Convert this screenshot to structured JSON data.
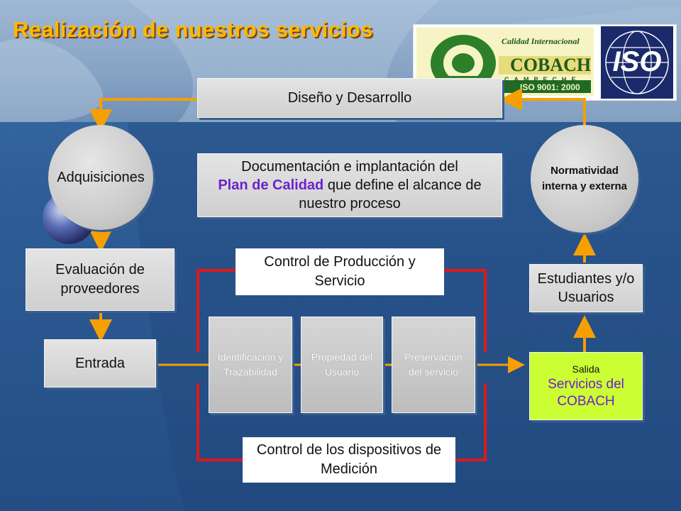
{
  "title": "Realización de nuestros servicios",
  "logo": {
    "line1": "Calidad Internacional",
    "line2": "COBACH",
    "line3": "CAMPECHE",
    "line4": "ISO 9001: 2000",
    "iso_text": "ISO"
  },
  "nodes": {
    "diseno": "Diseño y Desarrollo",
    "adquisiciones": "Adquisiciones",
    "documentacion": {
      "pre": "Documentación e implantación del",
      "highlight": "Plan de Calidad",
      "post": "que define el alcance de nuestro proceso"
    },
    "normatividad": "Normatividad interna y externa",
    "evaluacion": "Evaluación de proveedores",
    "control_produccion": "Control de Producción y Servicio",
    "estudiantes": "Estudiantes y/o Usuarios",
    "entrada": "Entrada",
    "identificacion": "Identificación y Trazabilidad",
    "propiedad": "Propiedad del Usuario",
    "preservacion": "Preservación del servicio",
    "salida_label": "Salida",
    "salida_value": "Servicios del COBACH",
    "control_dispositivos": "Control de los dispositivos de Medición"
  },
  "colors": {
    "title": "#ffb800",
    "arrow": "#f5a000",
    "red_loop": "#e01818",
    "highlight_text": "#6a22cc",
    "salida_bg": "#ccff33"
  }
}
